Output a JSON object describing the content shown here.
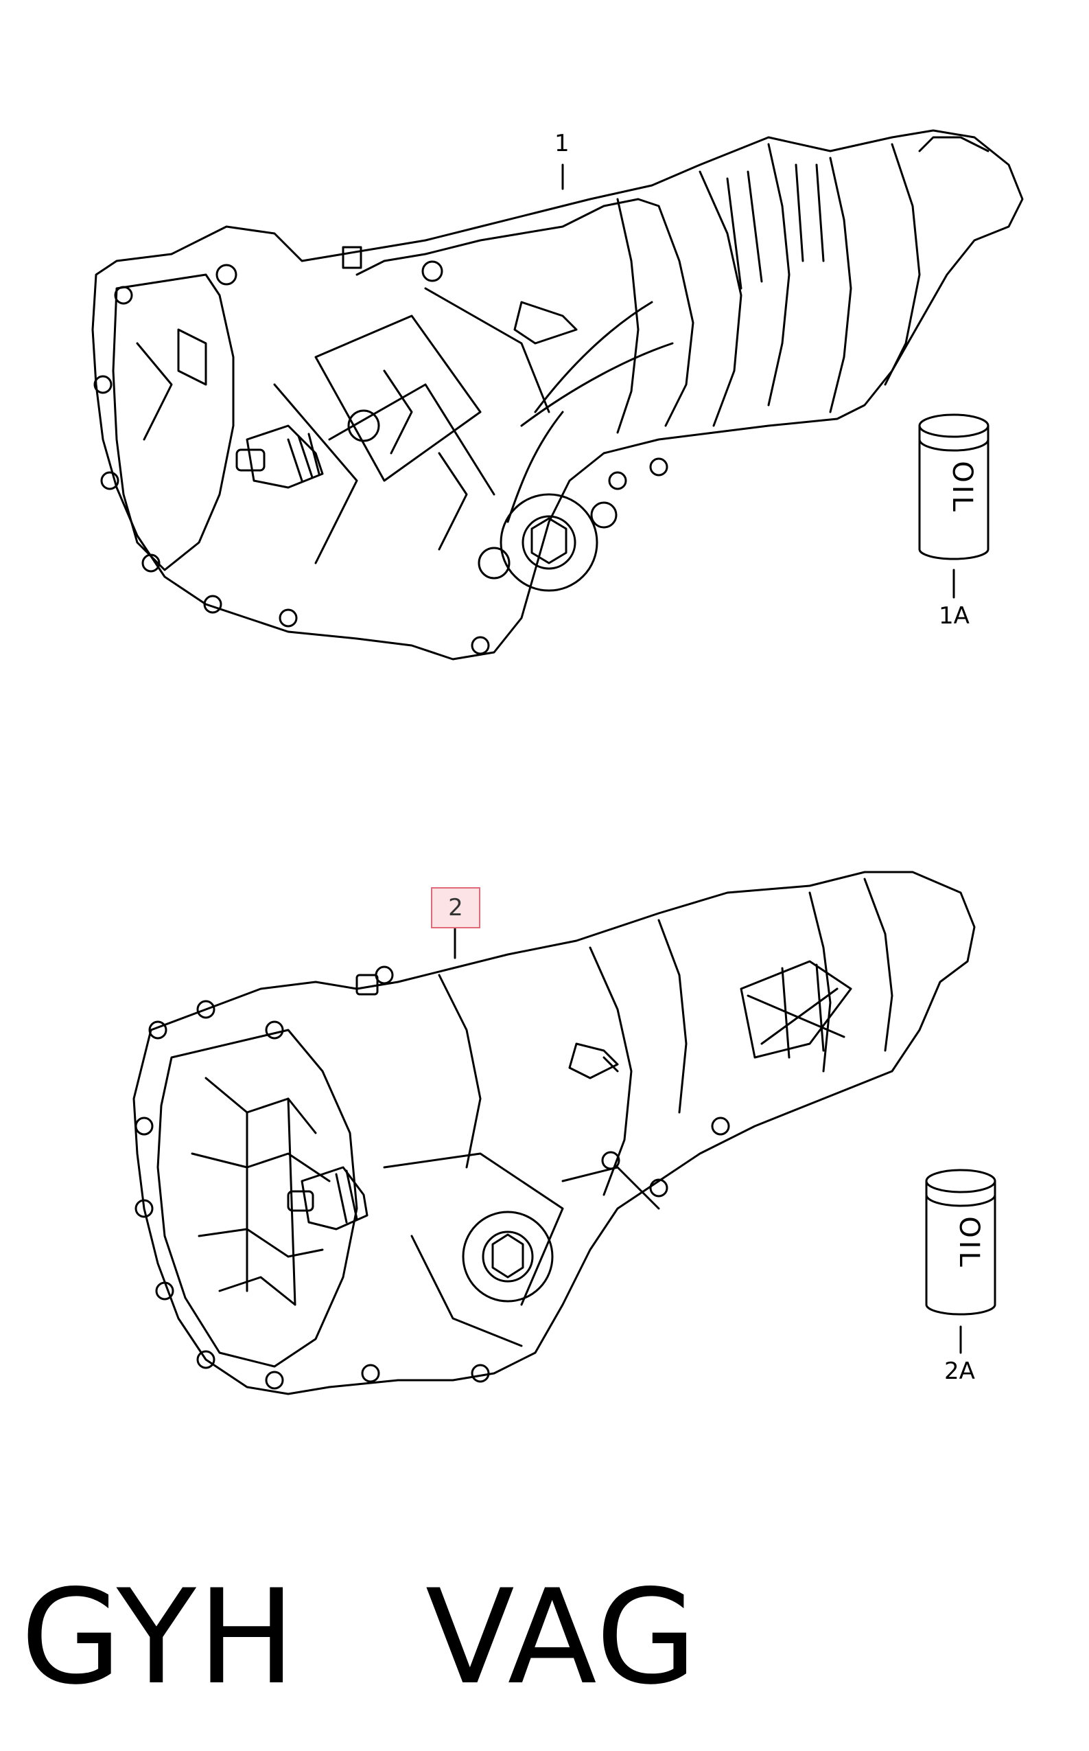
{
  "parts": [
    {
      "id": "part-1",
      "label": "1"
    },
    {
      "id": "part-1a",
      "label": "1A",
      "can_text": "OIL"
    },
    {
      "id": "part-2",
      "label": "2",
      "highlighted": true
    },
    {
      "id": "part-2a",
      "label": "2A",
      "can_text": "OIL"
    }
  ],
  "bottom_text": "GYH   VAG",
  "colors": {
    "highlight_border": "#e06a78",
    "highlight_fill": "#fbe3e6",
    "ink": "#000000"
  }
}
